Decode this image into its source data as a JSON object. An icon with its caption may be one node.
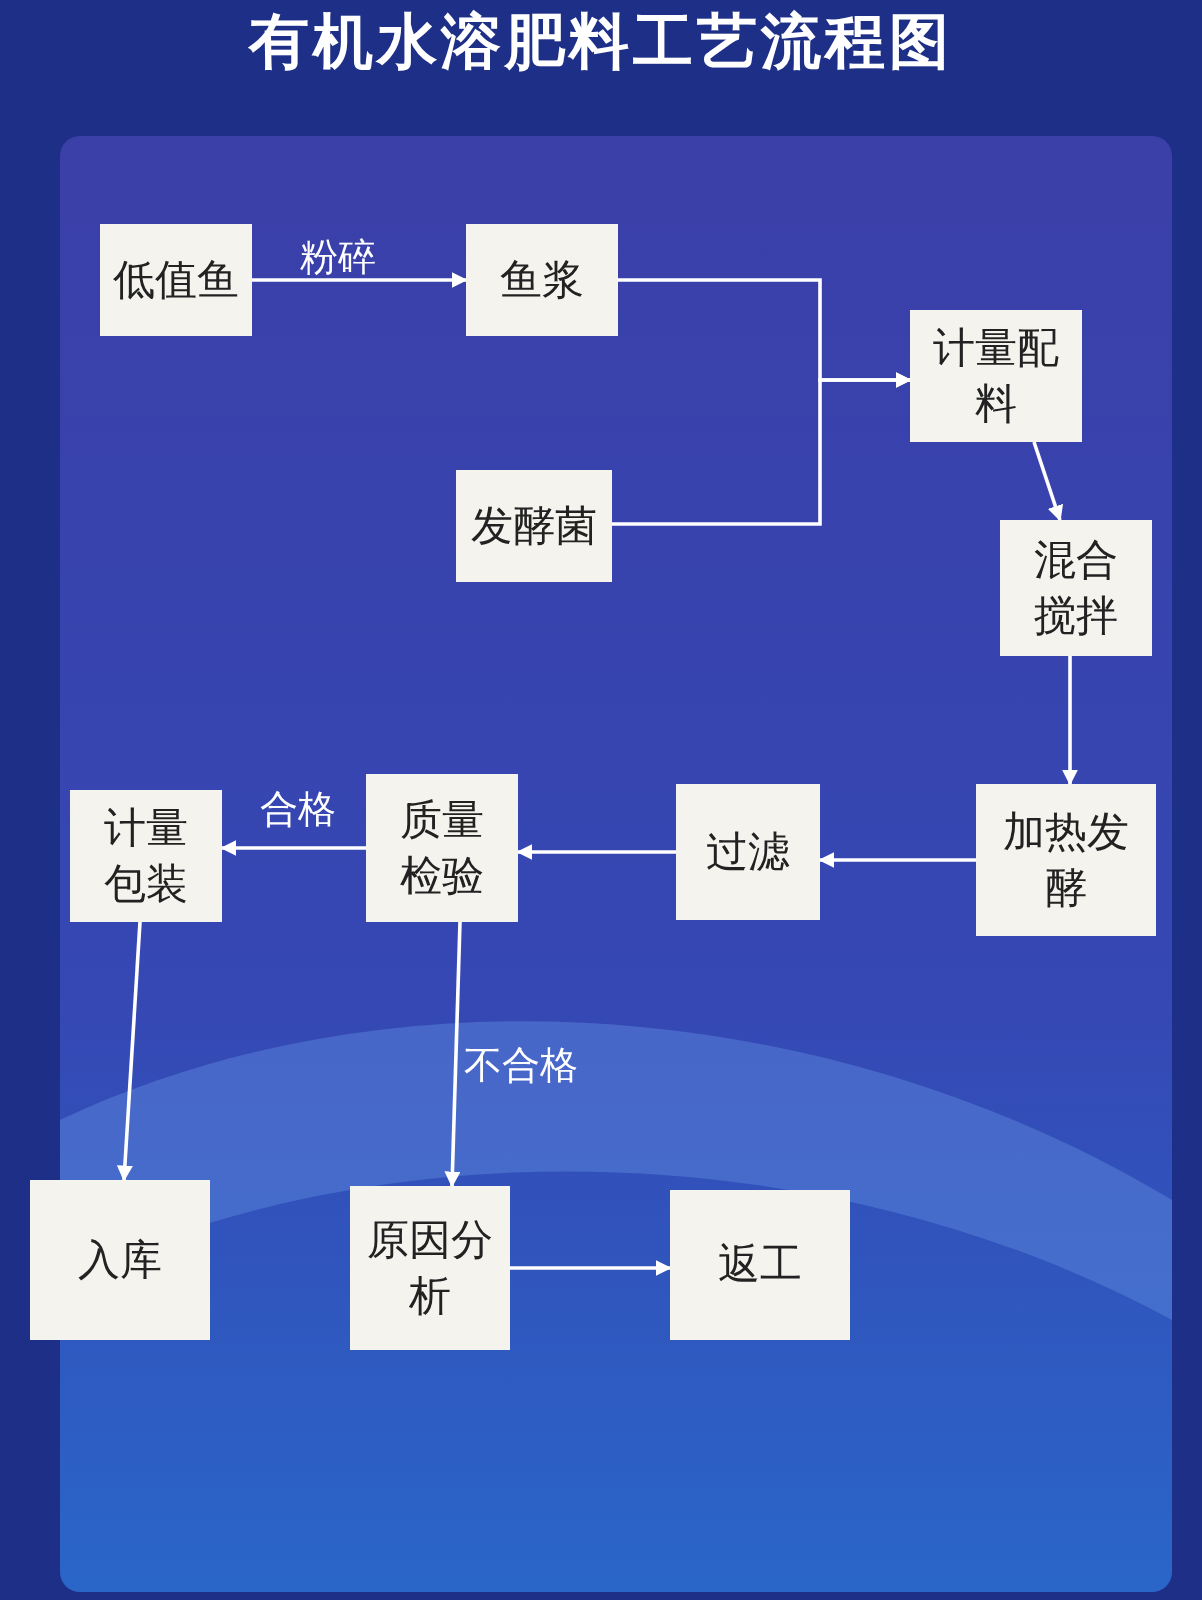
{
  "diagram": {
    "title": "有机水溶肥料工艺流程图",
    "nodes": [
      {
        "text": [
          "低值鱼"
        ]
      },
      {
        "text": [
          "鱼浆"
        ]
      },
      {
        "text": [
          "发酵菌"
        ]
      },
      {
        "text": [
          "计量配料"
        ]
      },
      {
        "text": [
          "混合搅拌"
        ]
      },
      {
        "text": [
          "加热发酵"
        ]
      },
      {
        "text": [
          "过滤"
        ]
      },
      {
        "text": [
          "质量检验"
        ]
      },
      {
        "text": [
          "计量包装"
        ]
      },
      {
        "text": [
          "入库"
        ]
      },
      {
        "text": [
          "原因分析"
        ]
      },
      {
        "text": [
          "返工"
        ]
      }
    ],
    "edges": [
      {
        "from": 0,
        "to": 1,
        "arrow": "to",
        "label": "粉碎"
      },
      {
        "from": 1,
        "to": 3,
        "arrow": "to"
      },
      {
        "from": 2,
        "to": 3,
        "arrow": "to"
      },
      {
        "from": 3,
        "to": 4,
        "arrow": "to"
      },
      {
        "from": 4,
        "to": 5,
        "arrow": "to"
      },
      {
        "from": 5,
        "to": 6,
        "arrow": "to"
      },
      {
        "from": 6,
        "to": 7,
        "arrow": "to"
      },
      {
        "from": 7,
        "to": 8,
        "arrow": "to",
        "label": "合格"
      },
      {
        "from": 8,
        "to": 9,
        "arrow": "to"
      },
      {
        "from": 7,
        "to": 10,
        "arrow": "to",
        "label": "不合格"
      },
      {
        "from": 10,
        "to": 11,
        "arrow": "to"
      }
    ]
  }
}
